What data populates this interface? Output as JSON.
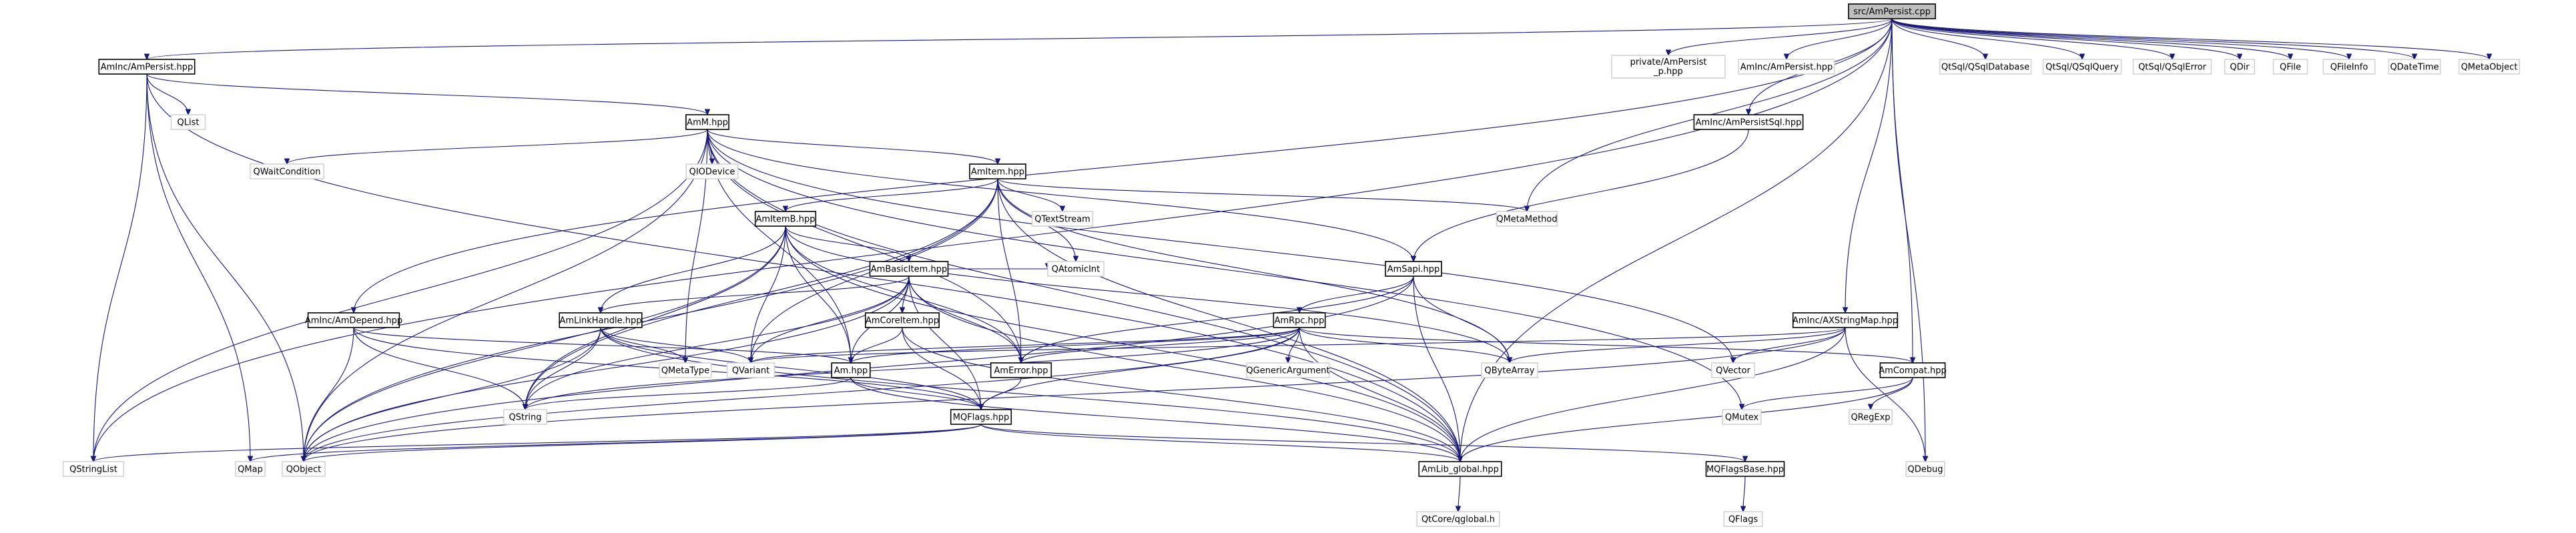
{
  "diagram": {
    "title": "",
    "colors": {
      "root_fill": "#bfbfbf",
      "boxed_stroke": "#000000",
      "plain_stroke": "#d3d3d3",
      "edge": "#191970"
    },
    "nodes": [
      {
        "id": "root",
        "label": "src/AmPersist.cpp",
        "kind": "root"
      },
      {
        "id": "aminc_ampersist",
        "label": "AmInc/AmPersist.hpp",
        "kind": "boxed"
      },
      {
        "id": "private_ampersist",
        "label": "private/AmPersist_p.hpp",
        "kind": "plain"
      },
      {
        "id": "aminc_ampersist_plain",
        "label": "AmInc/AmPersist.hpp",
        "kind": "plain"
      },
      {
        "id": "aminc_ampersistsql",
        "label": "AmInc/AmPersistSql.hpp",
        "kind": "boxed"
      },
      {
        "id": "qtsql_qsqldatabase",
        "label": "QtSql/QSqlDatabase",
        "kind": "plain"
      },
      {
        "id": "qtsql_qsqlquery",
        "label": "QtSql/QSqlQuery",
        "kind": "plain"
      },
      {
        "id": "qtsql_qsqlerror",
        "label": "QtSql/QSqlError",
        "kind": "plain"
      },
      {
        "id": "qdir",
        "label": "QDir",
        "kind": "plain"
      },
      {
        "id": "qfile",
        "label": "QFile",
        "kind": "plain"
      },
      {
        "id": "qfileinfo",
        "label": "QFileInfo",
        "kind": "plain"
      },
      {
        "id": "qdatetime",
        "label": "QDateTime",
        "kind": "plain"
      },
      {
        "id": "qmetaobject",
        "label": "QMetaObject",
        "kind": "plain"
      },
      {
        "id": "qlist",
        "label": "QList",
        "kind": "plain"
      },
      {
        "id": "amm",
        "label": "AmM.hpp",
        "kind": "boxed"
      },
      {
        "id": "qwaitcondition",
        "label": "QWaitCondition",
        "kind": "plain"
      },
      {
        "id": "qiodevice",
        "label": "QIODevice",
        "kind": "plain"
      },
      {
        "id": "amitem",
        "label": "AmItem.hpp",
        "kind": "boxed"
      },
      {
        "id": "qtextstream",
        "label": "QTextStream",
        "kind": "plain"
      },
      {
        "id": "qmetamethod",
        "label": "QMetaMethod",
        "kind": "plain"
      },
      {
        "id": "amitemb",
        "label": "AmItemB.hpp",
        "kind": "boxed"
      },
      {
        "id": "ambasicitem",
        "label": "AmBasicItem.hpp",
        "kind": "boxed"
      },
      {
        "id": "amsapi",
        "label": "AmSapi.hpp",
        "kind": "boxed"
      },
      {
        "id": "aminc_amdepend",
        "label": "AmInc/AmDepend.hpp",
        "kind": "boxed"
      },
      {
        "id": "amlinkhandle",
        "label": "AmLinkHandle.hpp",
        "kind": "boxed"
      },
      {
        "id": "amcoreitem",
        "label": "AmCoreItem.hpp",
        "kind": "boxed"
      },
      {
        "id": "qatomicint",
        "label": "QAtomicInt",
        "kind": "plain"
      },
      {
        "id": "amrpc",
        "label": "AmRpc.hpp",
        "kind": "boxed"
      },
      {
        "id": "aminc_axstringmap",
        "label": "AmInc/AXStringMap.hpp",
        "kind": "boxed"
      },
      {
        "id": "qmetatype",
        "label": "QMetaType",
        "kind": "plain"
      },
      {
        "id": "qvariant",
        "label": "QVariant",
        "kind": "plain"
      },
      {
        "id": "am",
        "label": "Am.hpp",
        "kind": "boxed"
      },
      {
        "id": "amerror",
        "label": "AmError.hpp",
        "kind": "boxed"
      },
      {
        "id": "qgenericargument",
        "label": "QGenericArgument",
        "kind": "plain"
      },
      {
        "id": "qbytearray",
        "label": "QByteArray",
        "kind": "plain"
      },
      {
        "id": "qvector",
        "label": "QVector",
        "kind": "plain"
      },
      {
        "id": "amcompat",
        "label": "AmCompat.hpp",
        "kind": "boxed"
      },
      {
        "id": "qstring",
        "label": "QString",
        "kind": "plain"
      },
      {
        "id": "mqflags",
        "label": "MQFlags.hpp",
        "kind": "boxed"
      },
      {
        "id": "qmutex",
        "label": "QMutex",
        "kind": "plain"
      },
      {
        "id": "qregexp",
        "label": "QRegExp",
        "kind": "plain"
      },
      {
        "id": "qstringlist",
        "label": "QStringList",
        "kind": "plain"
      },
      {
        "id": "qmap",
        "label": "QMap",
        "kind": "plain"
      },
      {
        "id": "qobject",
        "label": "QObject",
        "kind": "plain"
      },
      {
        "id": "amlib_global",
        "label": "AmLib_global.hpp",
        "kind": "boxed"
      },
      {
        "id": "mqflagsbase",
        "label": "MQFlagsBase.hpp",
        "kind": "boxed"
      },
      {
        "id": "qdebug",
        "label": "QDebug",
        "kind": "plain"
      },
      {
        "id": "qtcore_qglobal",
        "label": "QtCore/qglobal.h",
        "kind": "plain"
      },
      {
        "id": "qflags",
        "label": "QFlags",
        "kind": "plain"
      }
    ],
    "edges": [
      [
        "root",
        "aminc_ampersist"
      ],
      [
        "root",
        "private_ampersist"
      ],
      [
        "root",
        "aminc_ampersist_plain"
      ],
      [
        "root",
        "aminc_ampersistsql"
      ],
      [
        "root",
        "qtsql_qsqldatabase"
      ],
      [
        "root",
        "qtsql_qsqlquery"
      ],
      [
        "root",
        "qtsql_qsqlerror"
      ],
      [
        "root",
        "qdir"
      ],
      [
        "root",
        "qfile"
      ],
      [
        "root",
        "qfileinfo"
      ],
      [
        "root",
        "qdatetime"
      ],
      [
        "root",
        "qmetaobject"
      ],
      [
        "root",
        "qstringlist"
      ],
      [
        "root",
        "aminc_amdepend"
      ],
      [
        "root",
        "qmetamethod"
      ],
      [
        "root",
        "aminc_axstringmap"
      ],
      [
        "root",
        "amcompat"
      ],
      [
        "root",
        "amlib_global"
      ],
      [
        "root",
        "qdebug"
      ],
      [
        "aminc_ampersist",
        "qlist"
      ],
      [
        "aminc_ampersist",
        "amm"
      ],
      [
        "aminc_ampersist",
        "qstringlist"
      ],
      [
        "aminc_ampersist",
        "qmap"
      ],
      [
        "aminc_ampersist",
        "qobject"
      ],
      [
        "aminc_ampersist",
        "amlib_global"
      ],
      [
        "amm",
        "qwaitcondition"
      ],
      [
        "amm",
        "qiodevice"
      ],
      [
        "amm",
        "amitem"
      ],
      [
        "amm",
        "qstringlist"
      ],
      [
        "amm",
        "qobject"
      ],
      [
        "amm",
        "qmetatype"
      ],
      [
        "amm",
        "am"
      ],
      [
        "amm",
        "amerror"
      ],
      [
        "amm",
        "qvector"
      ],
      [
        "amm",
        "qmutex"
      ],
      [
        "amm",
        "amsapi"
      ],
      [
        "amm",
        "amlib_global"
      ],
      [
        "amitem",
        "qtextstream"
      ],
      [
        "amitem",
        "qmetamethod"
      ],
      [
        "amitem",
        "amitemb"
      ],
      [
        "amitem",
        "qatomicint"
      ],
      [
        "amitem",
        "qvariant"
      ],
      [
        "amitem",
        "qstring"
      ],
      [
        "amitem",
        "qobject"
      ],
      [
        "amitem",
        "amerror"
      ],
      [
        "amitem",
        "qbytearray"
      ],
      [
        "amitem",
        "amlib_global"
      ],
      [
        "amitemb",
        "ambasicitem"
      ],
      [
        "amitemb",
        "amlinkhandle"
      ],
      [
        "amitemb",
        "qvariant"
      ],
      [
        "amitemb",
        "am"
      ],
      [
        "amitemb",
        "qstring"
      ],
      [
        "amitemb",
        "qobject"
      ],
      [
        "amitemb",
        "amerror"
      ],
      [
        "amitemb",
        "qbytearray"
      ],
      [
        "amitemb",
        "amlib_global"
      ],
      [
        "ambasicitem",
        "amlinkhandle"
      ],
      [
        "ambasicitem",
        "amcoreitem"
      ],
      [
        "ambasicitem",
        "qatomicint"
      ],
      [
        "ambasicitem",
        "qvariant"
      ],
      [
        "ambasicitem",
        "am"
      ],
      [
        "ambasicitem",
        "amerror"
      ],
      [
        "ambasicitem",
        "mqflags"
      ],
      [
        "ambasicitem",
        "qstring"
      ],
      [
        "ambasicitem",
        "qobject"
      ],
      [
        "ambasicitem",
        "amlib_global"
      ],
      [
        "aminc_ampersistsql",
        "amsapi"
      ],
      [
        "amsapi",
        "amrpc"
      ],
      [
        "amsapi",
        "qbytearray"
      ],
      [
        "amsapi",
        "amerror"
      ],
      [
        "amsapi",
        "qobject"
      ],
      [
        "amsapi",
        "amlib_global"
      ],
      [
        "aminc_amdepend",
        "am"
      ],
      [
        "aminc_amdepend",
        "qstring"
      ],
      [
        "aminc_amdepend",
        "qobject"
      ],
      [
        "aminc_amdepend",
        "mqflags"
      ],
      [
        "amlinkhandle",
        "qmetatype"
      ],
      [
        "amlinkhandle",
        "qvariant"
      ],
      [
        "amlinkhandle",
        "qstring"
      ],
      [
        "amlinkhandle",
        "qobject"
      ],
      [
        "amlinkhandle",
        "mqflags"
      ],
      [
        "amlinkhandle",
        "amlib_global"
      ],
      [
        "amcoreitem",
        "am"
      ],
      [
        "amcoreitem",
        "mqflags"
      ],
      [
        "amcoreitem",
        "amlib_global"
      ],
      [
        "amrpc",
        "qvariant"
      ],
      [
        "amrpc",
        "am"
      ],
      [
        "amrpc",
        "amerror"
      ],
      [
        "amrpc",
        "qgenericargument"
      ],
      [
        "amrpc",
        "qbytearray"
      ],
      [
        "amrpc",
        "amcompat"
      ],
      [
        "amrpc",
        "qstring"
      ],
      [
        "amrpc",
        "mqflags"
      ],
      [
        "amrpc",
        "qobject"
      ],
      [
        "amrpc",
        "amlib_global"
      ],
      [
        "aminc_axstringmap",
        "qvariant"
      ],
      [
        "aminc_axstringmap",
        "qbytearray"
      ],
      [
        "aminc_axstringmap",
        "qvector"
      ],
      [
        "aminc_axstringmap",
        "qdebug"
      ],
      [
        "aminc_axstringmap",
        "qobject"
      ],
      [
        "aminc_axstringmap",
        "amlib_global"
      ],
      [
        "am",
        "qstring"
      ],
      [
        "am",
        "mqflags"
      ],
      [
        "am",
        "amlib_global"
      ],
      [
        "amerror",
        "mqflags"
      ],
      [
        "amcompat",
        "qmutex"
      ],
      [
        "amcompat",
        "qregexp"
      ],
      [
        "amcompat",
        "amlib_global"
      ],
      [
        "mqflags",
        "qstringlist"
      ],
      [
        "mqflags",
        "qmap"
      ],
      [
        "mqflags",
        "qobject"
      ],
      [
        "mqflags",
        "mqflagsbase"
      ],
      [
        "mqflags",
        "amlib_global"
      ],
      [
        "mqflagsbase",
        "qflags"
      ],
      [
        "amlib_global",
        "qtcore_qglobal"
      ]
    ]
  }
}
